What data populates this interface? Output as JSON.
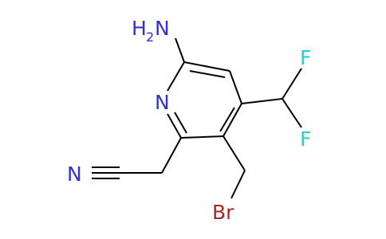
{
  "molecule": {
    "atoms": {
      "amine_h": "H",
      "amine_h_count": "2",
      "amine_n": "N",
      "ring_n": "N",
      "fluorine_top": "F",
      "fluorine_bottom": "F",
      "nitrile_n": "N",
      "bromine": "Br"
    },
    "colors": {
      "nitrogen": "#3333CC",
      "fluorine": "#33CCCC",
      "bromine": "#A62828",
      "bond": "#000000",
      "background": "#FFFFFF"
    }
  }
}
